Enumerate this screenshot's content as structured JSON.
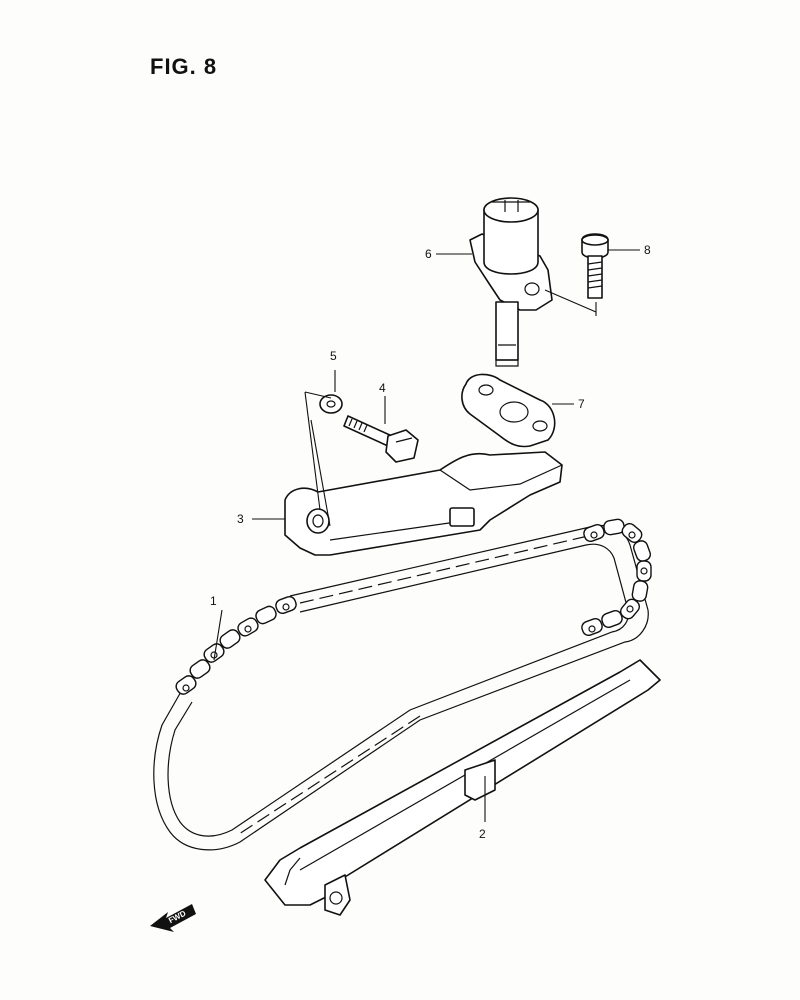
{
  "figure": {
    "title": "FIG. 8"
  },
  "callouts": [
    {
      "id": "1",
      "label": "1"
    },
    {
      "id": "2",
      "label": "2"
    },
    {
      "id": "3",
      "label": "3"
    },
    {
      "id": "4",
      "label": "4"
    },
    {
      "id": "5",
      "label": "5"
    },
    {
      "id": "6",
      "label": "6"
    },
    {
      "id": "7",
      "label": "7"
    },
    {
      "id": "8",
      "label": "8"
    }
  ],
  "fwd_marker": {
    "label": "FWD"
  }
}
